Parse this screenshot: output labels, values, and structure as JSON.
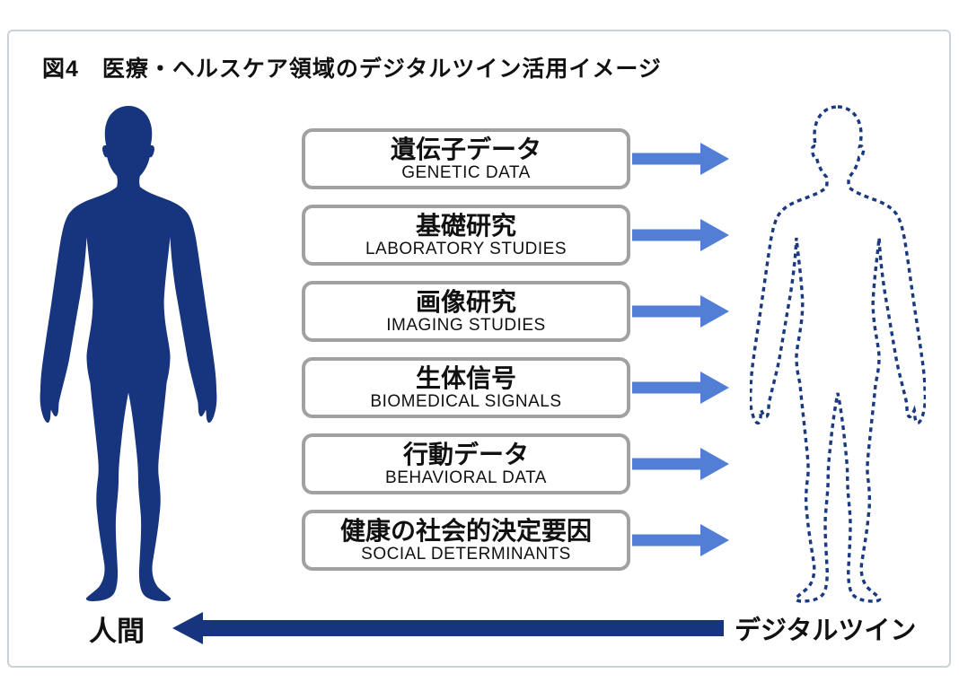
{
  "figure": {
    "title": "図4　医療・ヘルスケア領域のデジタルツイン活用イメージ",
    "human_label": "人間",
    "twin_label": "デジタルツイン"
  },
  "data_boxes": [
    {
      "jp": "遺伝子データ",
      "en": "GENETIC DATA"
    },
    {
      "jp": "基礎研究",
      "en": "LABORATORY STUDIES"
    },
    {
      "jp": "画像研究",
      "en": "IMAGING STUDIES"
    },
    {
      "jp": "生体信号",
      "en": "BIOMEDICAL SIGNALS"
    },
    {
      "jp": "行動データ",
      "en": "BEHAVIORAL DATA"
    },
    {
      "jp": "健康の社会的決定要因",
      "en": "SOCIAL DETERMINANTS"
    }
  ],
  "icons": {
    "human_silhouette": "filled navy human figure",
    "digital_twin_outline": "dashed navy human figure outline",
    "flow_arrow_right": "blue right-pointing arrow",
    "feedback_arrow_left": "navy left-pointing arrow"
  },
  "colors": {
    "navy": "#17357e",
    "flow_arrow_blue": "#527fd5",
    "box_border_gray": "#a1a1a1",
    "frame_border_gray": "#ccd1d8",
    "text_black": "#111111"
  }
}
